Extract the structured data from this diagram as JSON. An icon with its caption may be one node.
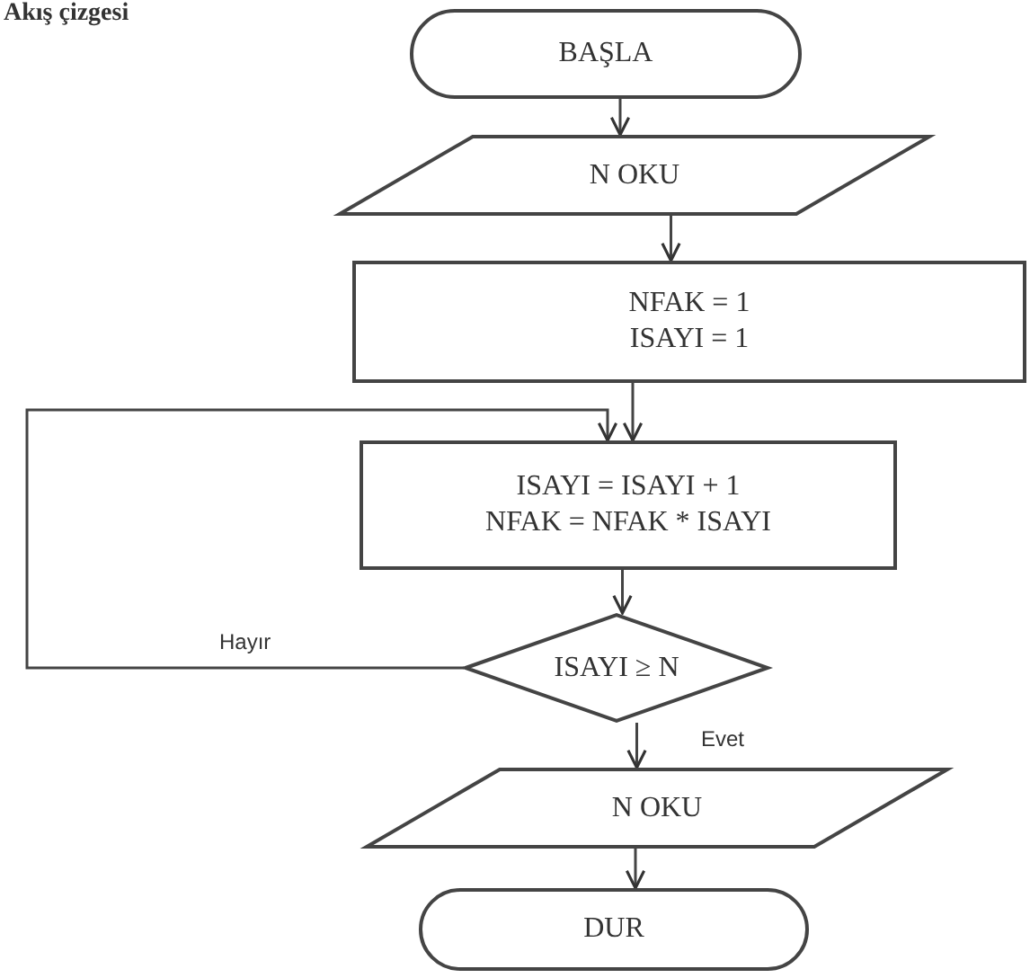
{
  "diagram": {
    "nodes": [
      {
        "text": [
          "BAŞLA"
        ]
      },
      {
        "text": [
          "N OKU"
        ]
      },
      {
        "text": [
          "NFAK = 1",
          "ISAYI = 1"
        ]
      },
      {
        "text": [
          "ISAYI = ISAYI + 1",
          "NFAK = NFAK * ISAYI"
        ]
      },
      {
        "text": [
          "ISAYI ≥ N"
        ]
      },
      {
        "text": [
          "N OKU"
        ]
      },
      {
        "text": [
          "DUR"
        ]
      }
    ],
    "edges": [
      {
        "from": 0,
        "to": 1,
        "arrow": "to"
      },
      {
        "from": 1,
        "to": 2,
        "arrow": "to"
      },
      {
        "from": 2,
        "to": 3,
        "arrow": "to"
      },
      {
        "from": 3,
        "to": 4,
        "arrow": "to"
      },
      {
        "from": 4,
        "to": 5,
        "arrow": "to",
        "label": "Evet"
      },
      {
        "from": 4,
        "to": 3,
        "arrow": "to",
        "label": "Hayır"
      },
      {
        "from": 5,
        "to": 6,
        "arrow": "to"
      }
    ],
    "labels": [
      "Akış çizgesi"
    ]
  }
}
